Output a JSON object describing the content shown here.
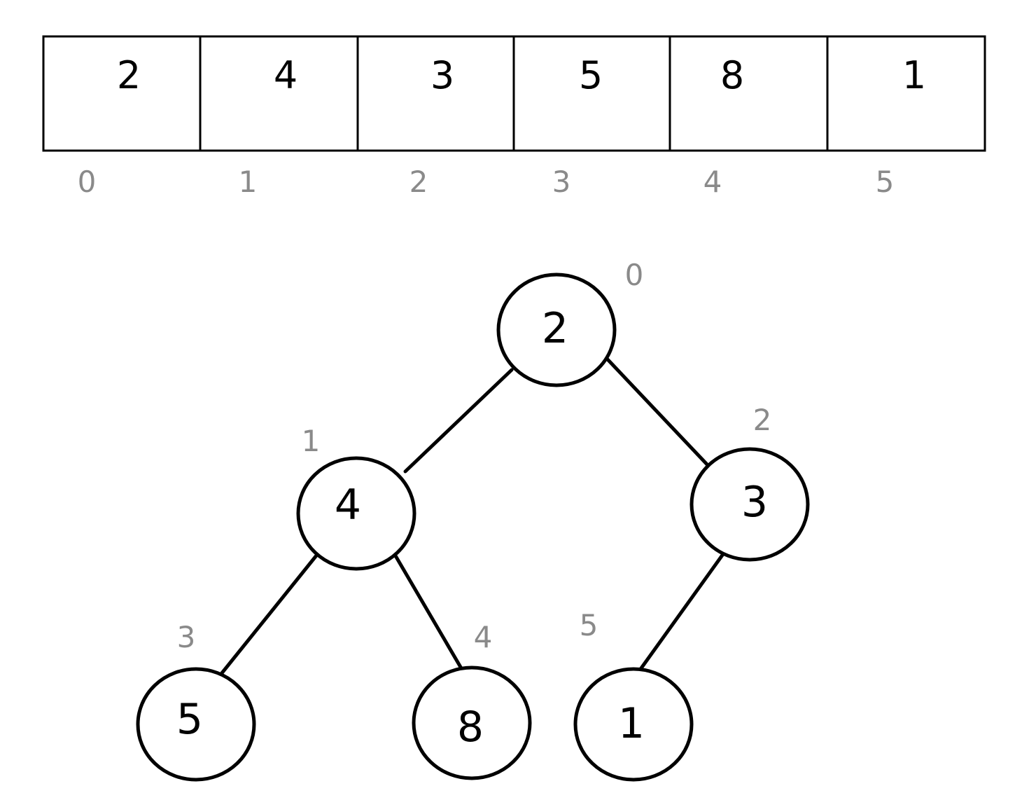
{
  "array": {
    "cells": [
      {
        "value": "2",
        "index": "0"
      },
      {
        "value": "4",
        "index": "1"
      },
      {
        "value": "3",
        "index": "2"
      },
      {
        "value": "5",
        "index": "3"
      },
      {
        "value": "8",
        "index": "4"
      },
      {
        "value": "1",
        "index": "5"
      }
    ]
  },
  "tree": {
    "nodes": [
      {
        "value": "2",
        "index": "0"
      },
      {
        "value": "4",
        "index": "1"
      },
      {
        "value": "3",
        "index": "2"
      },
      {
        "value": "5",
        "index": "3"
      },
      {
        "value": "8",
        "index": "4"
      },
      {
        "value": "1",
        "index": "5"
      }
    ],
    "edges": [
      {
        "from": 0,
        "to": 1
      },
      {
        "from": 0,
        "to": 2
      },
      {
        "from": 1,
        "to": 3
      },
      {
        "from": 1,
        "to": 4
      },
      {
        "from": 2,
        "to": 5
      }
    ]
  },
  "colors": {
    "stroke": "#000000",
    "value_text": "#000000",
    "index_text": "#8a8a8a",
    "background": "#ffffff"
  }
}
